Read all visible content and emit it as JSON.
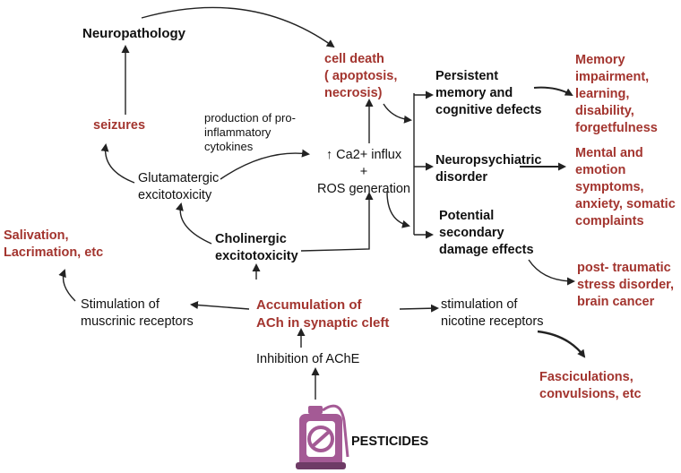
{
  "colors": {
    "accent_red": "#a3352f",
    "text": "#111111",
    "sprayer": "#a45a95",
    "sprayer_dark": "#6e3b66"
  },
  "icons": {
    "sprayer": "pesticide-sprayer-icon"
  },
  "nodes": {
    "neuropathology": "Neuropathology",
    "cell_death": "cell death\n( apoptosis,\nnecrosis)",
    "seizures": "seizures",
    "cytokines": "production of pro-\ninflammatory\ncytokines",
    "ca_influx": "↑ Ca2+ influx\n+\nROS generation",
    "glutamatergic": "Glutamatergic\nexcitotoxicity",
    "cholinergic": "Cholinergic\nexcitotoxicity",
    "salivation": "Salivation,\nLacrimation, etc",
    "muscarinic": "Stimulation of\nmuscrinic receptors",
    "accumulation": "Accumulation of\nACh in synaptic cleft",
    "nicotine": "stimulation of\nnicotine receptors",
    "inhibition": "Inhibition of AChE",
    "pesticides": "PESTICIDES",
    "persistent": "Persistent\nmemory and\ncognitive defects",
    "neuropsychiatric": "Neuropsychiatric\ndisorder",
    "potential": "Potential\nsecondary\ndamage effects",
    "memory": "Memory\nimpairment,\nlearning,\ndisability,\nforgetfulness",
    "mental": "Mental and\nemotion\nsymptoms,\nanxiety, somatic\ncomplaints",
    "ptsd": "post- traumatic\nstress disorder,\nbrain cancer",
    "fasciculations": "Fasciculations,\nconvulsions, etc"
  }
}
